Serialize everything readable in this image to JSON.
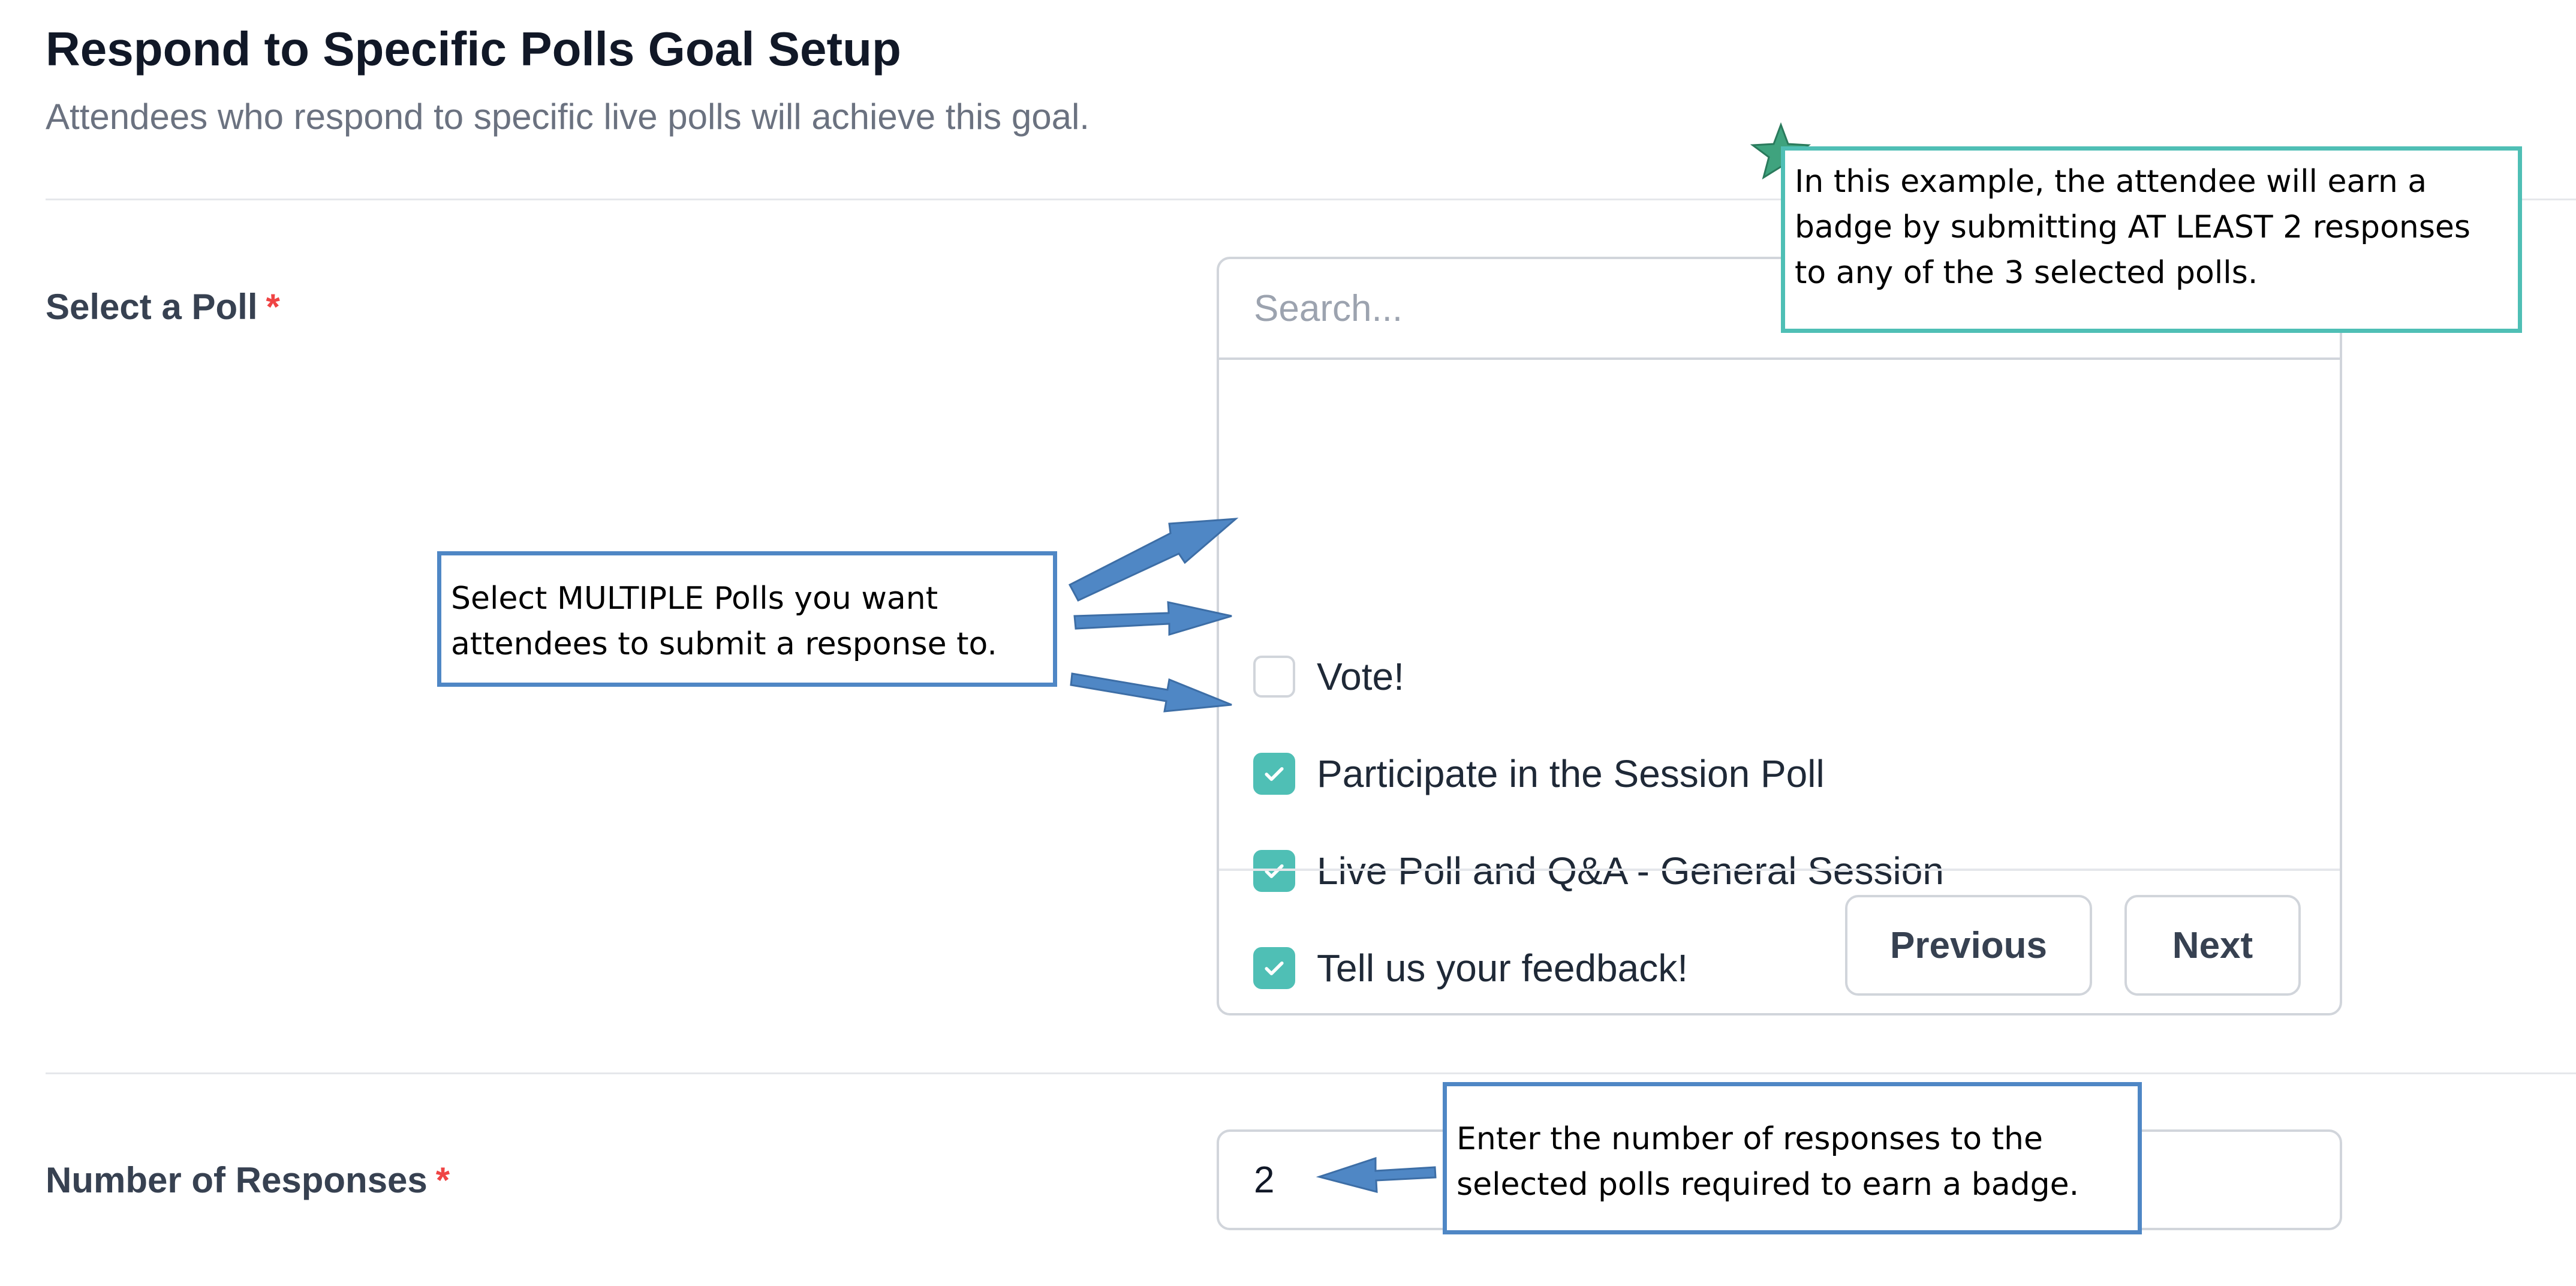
{
  "header": {
    "title": "Respond to Specific Polls Goal Setup",
    "subtitle": "Attendees who respond to specific live polls will achieve this goal."
  },
  "select_poll": {
    "label": "Select a Poll",
    "required_mark": "*",
    "search_placeholder": "Search...",
    "options": [
      {
        "label": "Vote!",
        "checked": false
      },
      {
        "label": "Participate in the Session Poll",
        "checked": true
      },
      {
        "label": "Live Poll and Q&A - General Session",
        "checked": true
      },
      {
        "label": "Tell us your feedback!",
        "checked": true
      }
    ],
    "previous_label": "Previous",
    "next_label": "Next"
  },
  "responses": {
    "label": "Number of Responses",
    "required_mark": "*",
    "value": "2"
  },
  "annotations": {
    "example_note": "In this example, the attendee will earn a badge by submitting AT LEAST 2 responses to any of the 3 selected polls.",
    "polls_note": "Select MULTIPLE Polls you want attendees to submit a response to.",
    "responses_note": "Enter the number of responses to the selected polls required to earn a badge."
  },
  "colors": {
    "accent_teal": "#4fbfb5",
    "arrow_blue": "#4f87c5",
    "required_red": "#ef4444",
    "star_green": "#3fa37e"
  },
  "icons": [
    "check-icon",
    "star-icon",
    "arrow-icon"
  ]
}
